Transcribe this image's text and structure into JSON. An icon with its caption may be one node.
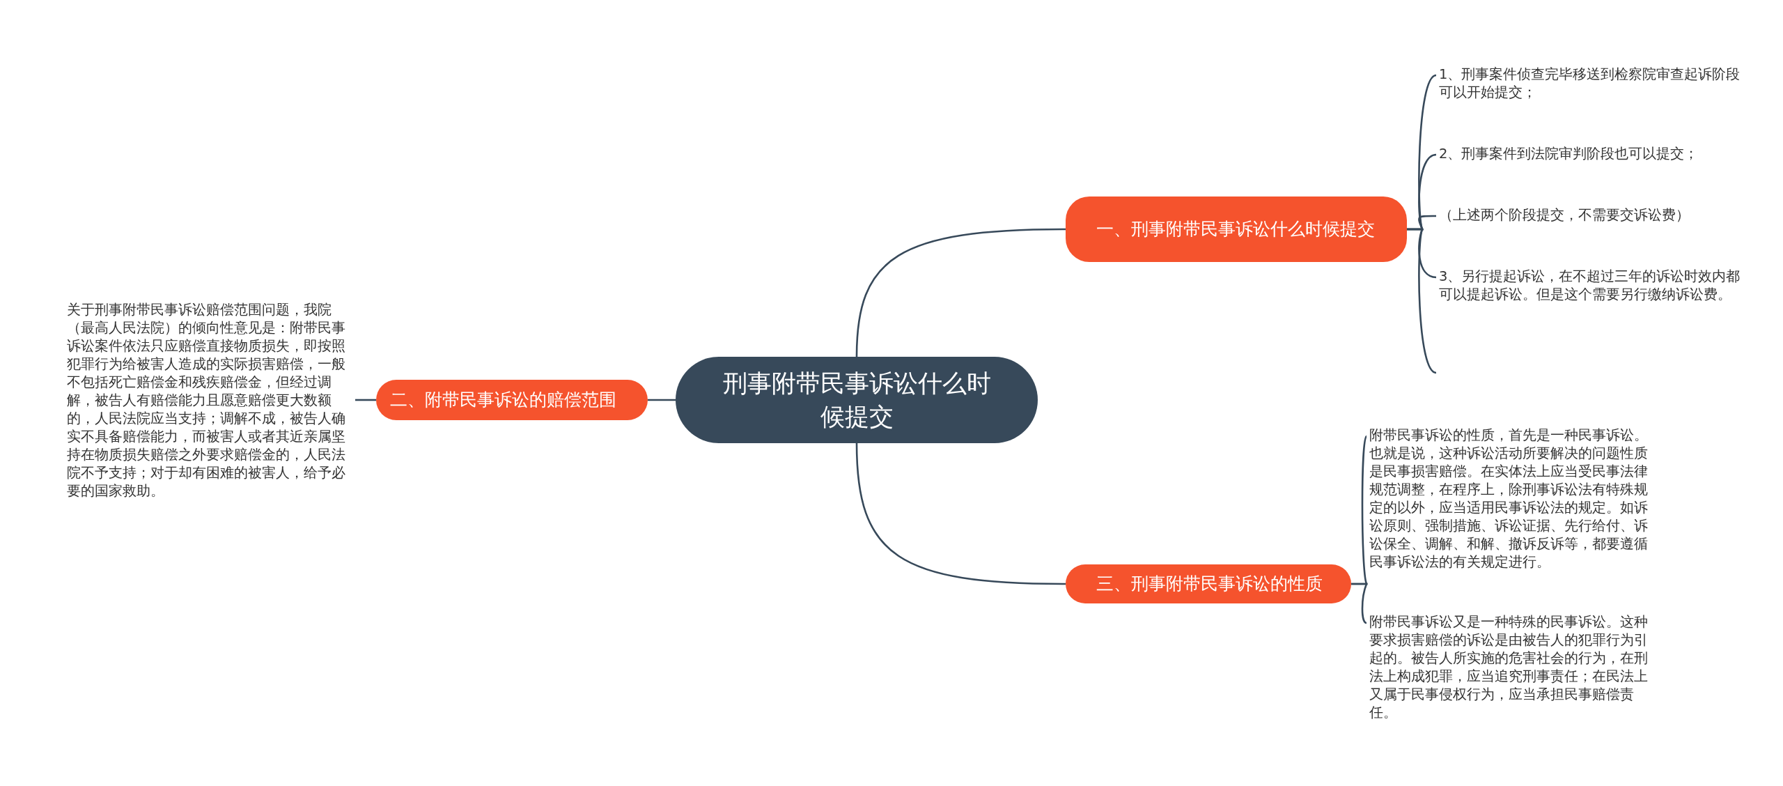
{
  "diagram": {
    "nodes": [
      {
        "text": [
          "刑事附带民事诉讼什么时候提交"
        ]
      },
      {
        "text": [
          "一、刑事附带民事诉讼什么时候提交"
        ]
      },
      {
        "text": [
          "1、刑事案件侦查完毕移送到检察院审查起诉阶段可以开始提交；"
        ]
      },
      {
        "text": [
          "2、刑事案件到法院审判阶段也可以提交；"
        ]
      },
      {
        "text": [
          "（上述两个阶段提交，不需要交诉讼费）"
        ]
      },
      {
        "text": [
          "3、另行提起诉讼，在不超过三年的诉讼时效内都可以提起诉讼。但是这个需要另行缴纳诉讼费。"
        ]
      },
      {
        "text": [
          "二、附带民事诉讼的赔偿范围"
        ]
      },
      {
        "text": [
          "关于刑事附带民事诉讼赔偿范围问题，我院（最高人民法院）的倾向性意见是：附带民事诉讼案件依法只应赔偿直接物质损失，即按照犯罪行为给被害人造成的实际损害赔偿，一般不包括死亡赔偿金和残疾赔偿金，但经过调解，被告人有赔偿能力且愿意赔偿更大数额的，人民法院应当支持；调解不成，被告人确实不具备赔偿能力，而被害人或者其近亲属坚持在物质损失赔偿之外要求赔偿金的，人民法院不予支持；对于却有困难的被害人，给予必要的国家救助。"
        ]
      },
      {
        "text": [
          "三、刑事附带民事诉讼的性质"
        ]
      },
      {
        "text": [
          "附带民事诉讼的性质，首先是一种民事诉讼。也就是说，这种诉讼活动所要解决的问题性质是民事损害赔偿。在实体法上应当受民事法律规范调整，在程序上，除刑事诉讼法有特殊规定的以外，应当适用民事诉讼法的规定。如诉讼原则、强制措施、诉讼证据、先行给付、诉讼保全、调解、和解、撤诉反诉等，都要遵循民事诉讼法的有关规定进行。"
        ]
      },
      {
        "text": [
          "附带民事诉讼又是一种特殊的民事诉讼。这种要求损害赔偿的诉讼是由被告人的犯罪行为引起的。被告人所实施的危害社会的行为，在刑法上构成犯罪，应当追究刑事责任；在民法上又属于民事侵权行为，应当承担民事赔偿责任。"
        ]
      }
    ],
    "edges": [
      {
        "from": 0,
        "to": 1,
        "arrow": "none"
      },
      {
        "from": 1,
        "to": 2,
        "arrow": "none"
      },
      {
        "from": 1,
        "to": 3,
        "arrow": "none"
      },
      {
        "from": 1,
        "to": 4,
        "arrow": "none"
      },
      {
        "from": 1,
        "to": 5,
        "arrow": "none"
      },
      {
        "from": 0,
        "to": 6,
        "arrow": "none"
      },
      {
        "from": 6,
        "to": 7,
        "arrow": "none"
      },
      {
        "from": 0,
        "to": 8,
        "arrow": "none"
      },
      {
        "from": 8,
        "to": 9,
        "arrow": "none"
      },
      {
        "from": 8,
        "to": 10,
        "arrow": "none"
      }
    ]
  }
}
